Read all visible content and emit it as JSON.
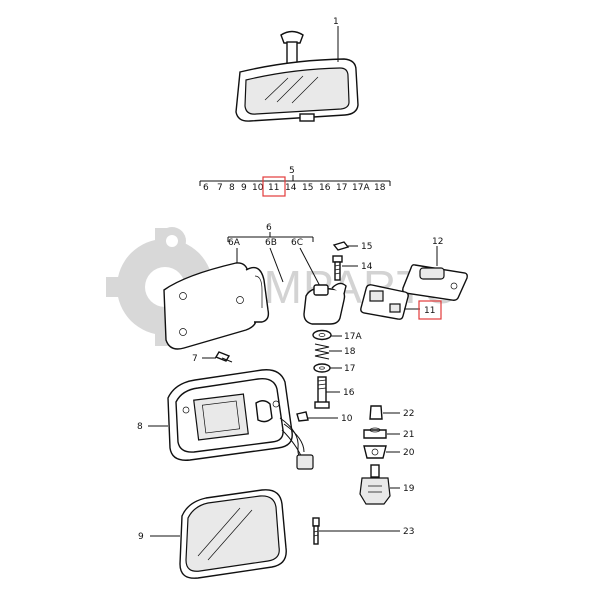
{
  "watermark": {
    "text": "PMPARTS",
    "color": "#d3d3d3"
  },
  "highlight_color": "#e23b3b",
  "group5": {
    "label": "5",
    "items": [
      "6",
      "7",
      "8",
      "9",
      "10",
      "11",
      "14",
      "15",
      "16",
      "17",
      "17A",
      "18"
    ],
    "highlighted_item": "11"
  },
  "group6": {
    "label": "6",
    "items": [
      "6A",
      "6B",
      "6C"
    ]
  },
  "callouts": {
    "c1": "1",
    "c7": "7",
    "c8": "8",
    "c9": "9",
    "c10": "10",
    "c11": "11",
    "c12": "12",
    "c14": "14",
    "c15": "15",
    "c16": "16",
    "c17": "17",
    "c17a": "17A",
    "c18": "18",
    "c19": "19",
    "c20": "20",
    "c21": "21",
    "c22": "22",
    "c23": "23"
  }
}
